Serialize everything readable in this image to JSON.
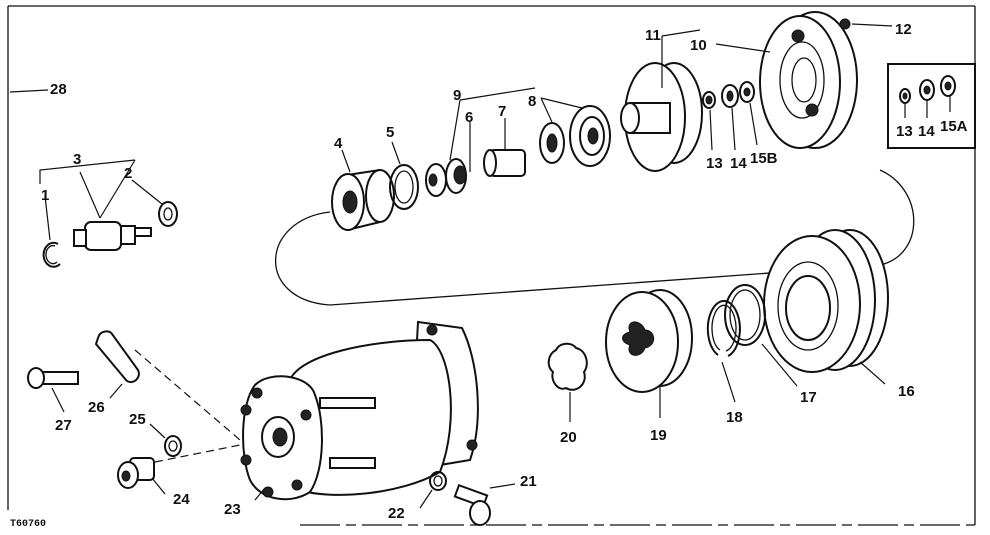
{
  "figure_code": "T60760",
  "callouts": {
    "c1": "1",
    "c2": "2",
    "c3": "3",
    "c4": "4",
    "c5": "5",
    "c6": "6",
    "c7": "7",
    "c8": "8",
    "c9": "9",
    "c10": "10",
    "c11": "11",
    "c12": "12",
    "c13a": "13",
    "c14a": "14",
    "c15b": "15B",
    "c13b": "13",
    "c14b": "14",
    "c15a": "15A",
    "c16": "16",
    "c17": "17",
    "c18": "18",
    "c19": "19",
    "c20": "20",
    "c21": "21",
    "c22": "22",
    "c23": "23",
    "c24": "24",
    "c25": "25",
    "c26": "26",
    "c27": "27",
    "c28": "28"
  }
}
